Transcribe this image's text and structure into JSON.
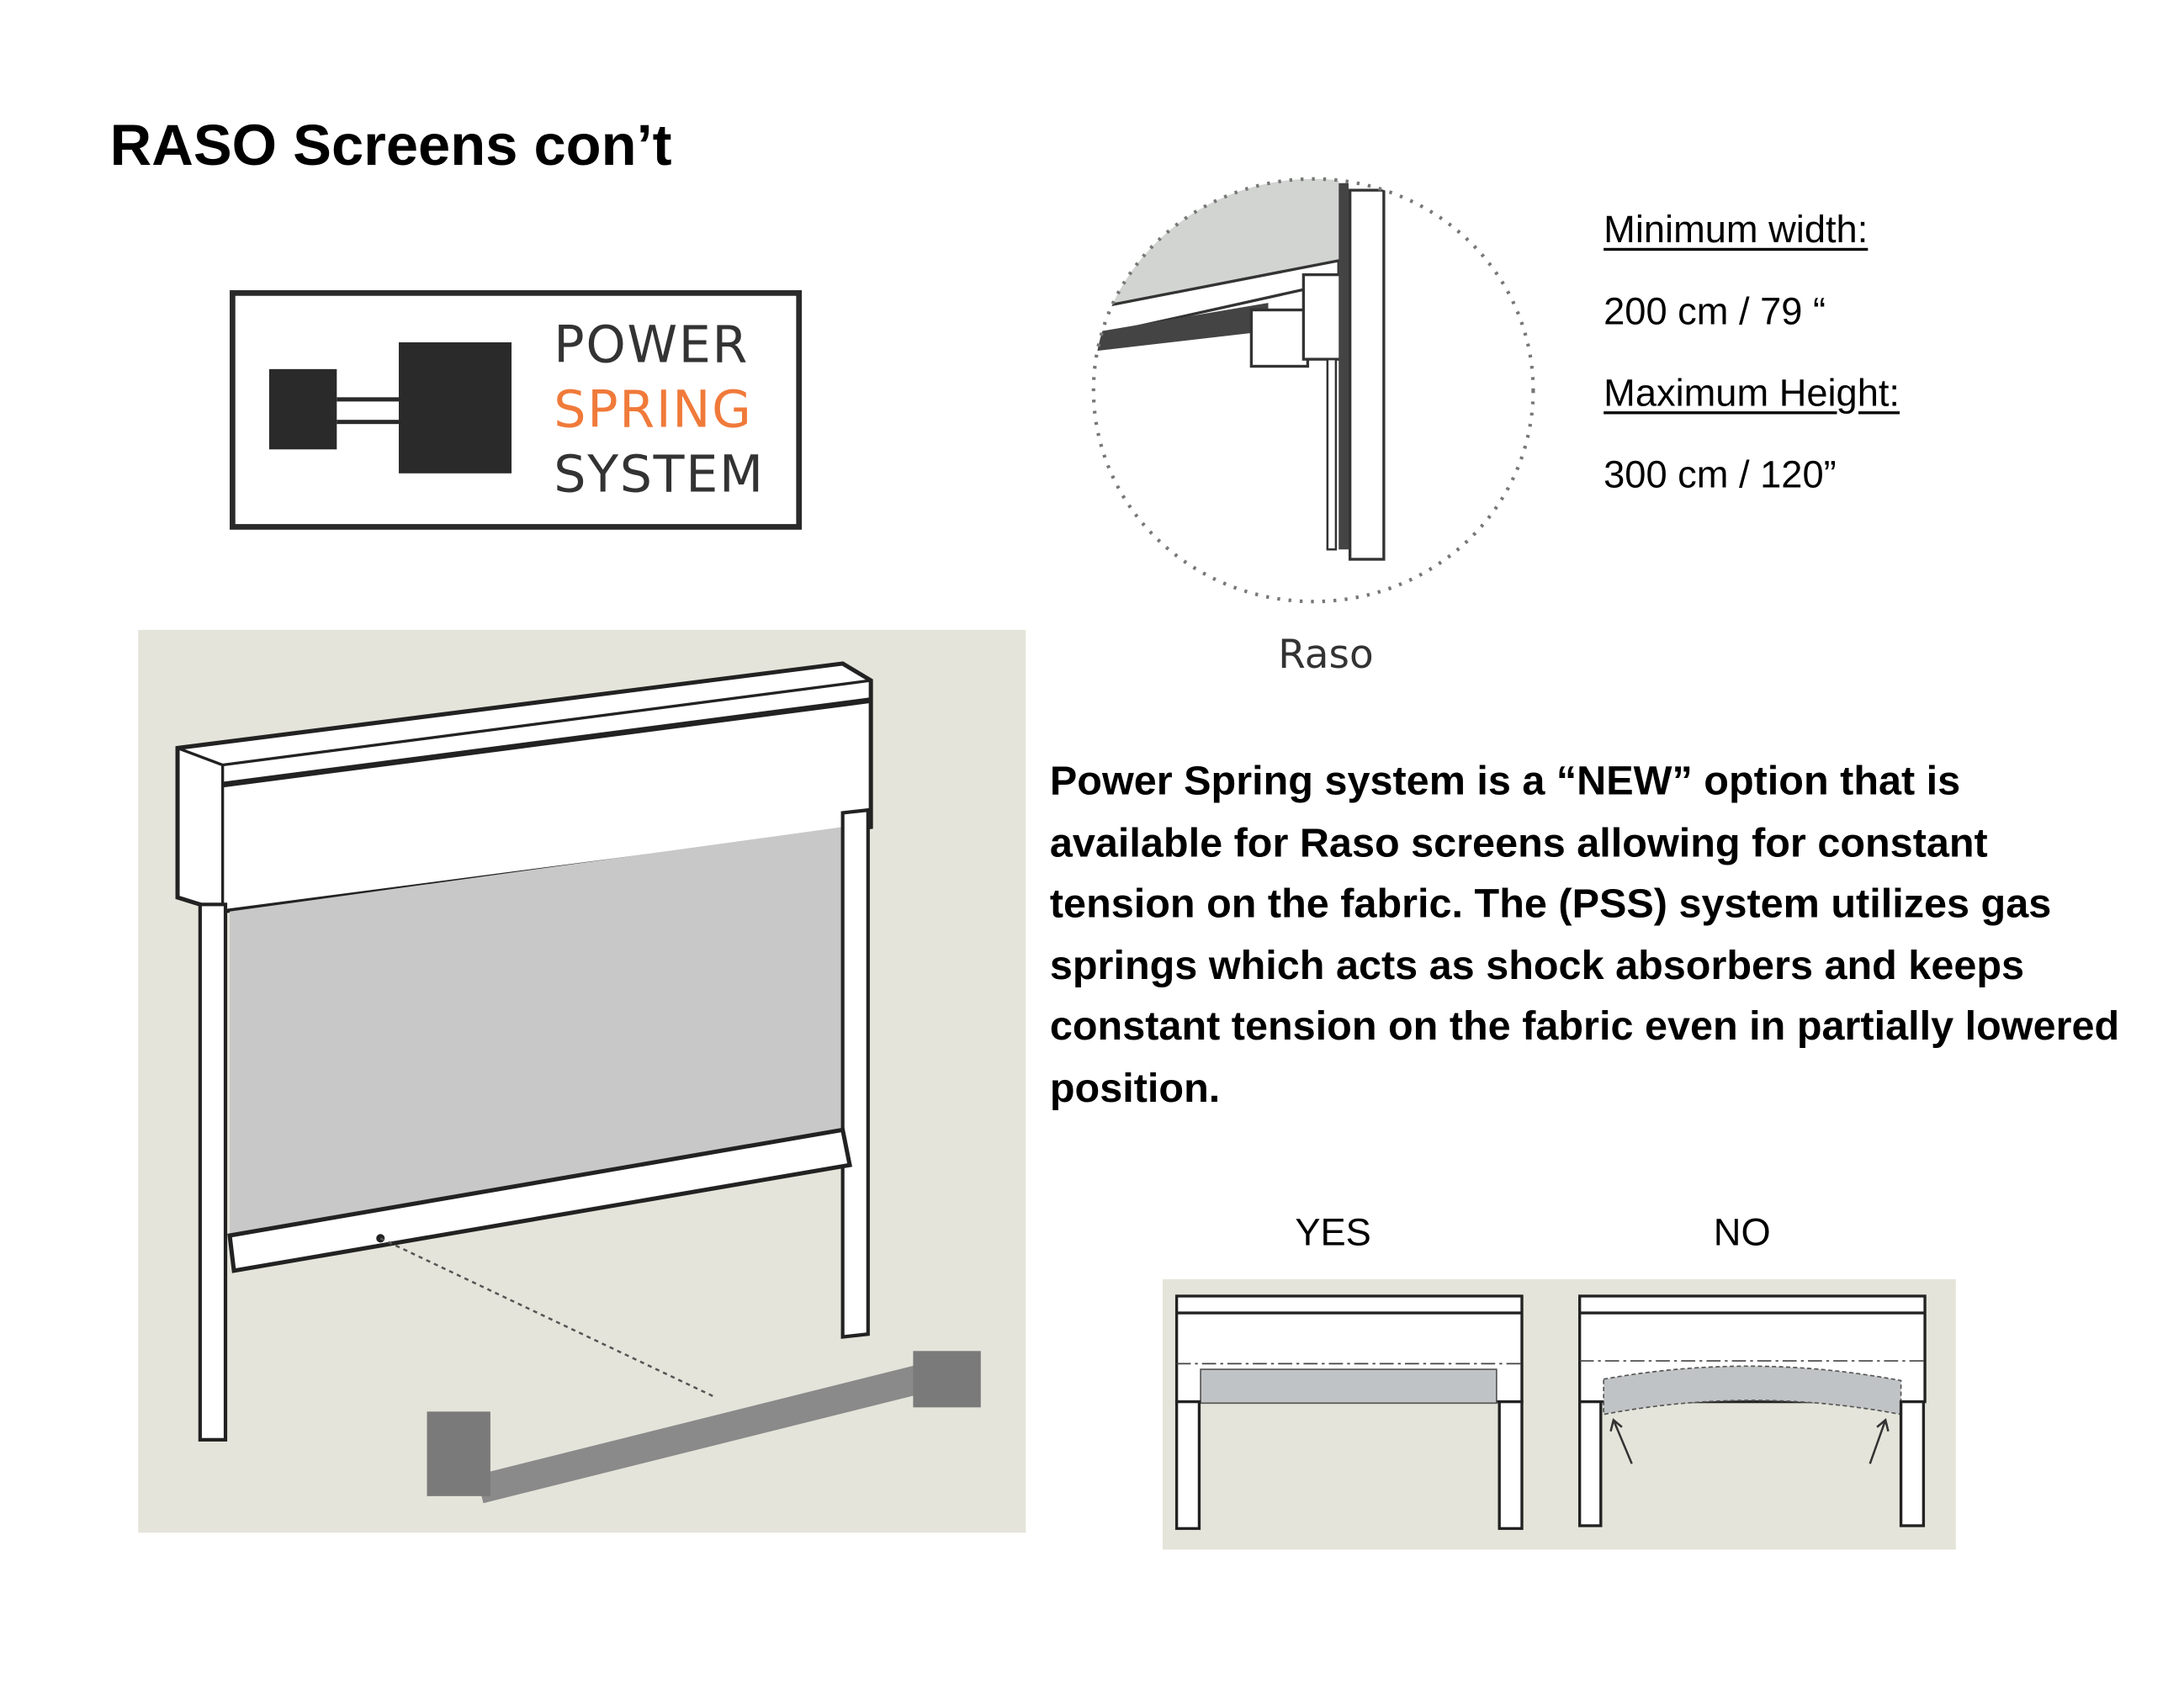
{
  "title": "RASO Screens con’t",
  "logo": {
    "line1": "POWER",
    "line2": "SPRING",
    "line3": "SYSTEM",
    "accent_color": "#f07a3a"
  },
  "detail_label": "Raso",
  "specs": {
    "min_width_label": "Minimum width:",
    "min_width_value": "200 cm  /  79 “",
    "max_height_label": "Maximum Height:",
    "max_height_value": "300 cm /  120”"
  },
  "description": "Power Spring system is a “NEW” option that is available for Raso screens allowing for constant tension on the fabric.  The (PSS) system utilizes gas springs  which acts as shock absorbers and keeps constant tension on the fabric even in partially lowered position.",
  "comparison": {
    "yes_label": "YES",
    "no_label": "NO"
  }
}
